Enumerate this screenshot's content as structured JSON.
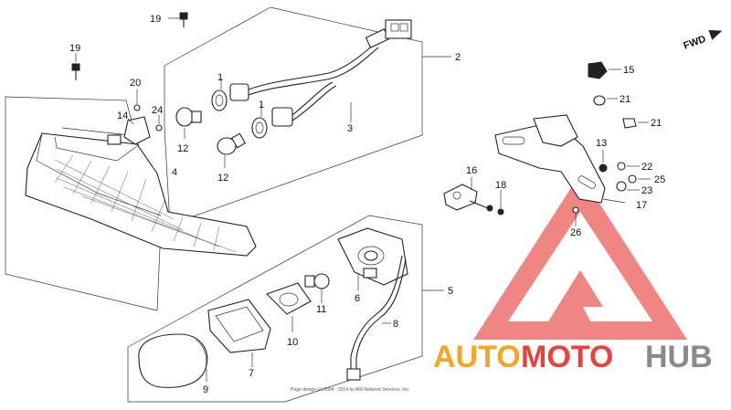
{
  "diagram": {
    "labels": {
      "p1a": "1",
      "p1b": "1",
      "p2": "2",
      "p3": "3",
      "p4": "4",
      "p5": "5",
      "p6": "6",
      "p7": "7",
      "p8": "8",
      "p9": "9",
      "p10": "10",
      "p11": "11",
      "p12a": "12",
      "p12b": "12",
      "p13": "13",
      "p14": "14",
      "p15": "15",
      "p16": "16",
      "p17": "17",
      "p18": "18",
      "p19a": "19",
      "p19b": "19",
      "p20": "20",
      "p21a": "21",
      "p21b": "21",
      "p22": "22",
      "p23": "23",
      "p24": "24",
      "p25": "25",
      "p26": "26"
    },
    "fwd_label": "FWD",
    "copyright": "Page design (c) 2004 - 2014 by ARI Network Services, Inc."
  },
  "watermark": {
    "part_a": "AUTO",
    "part_b": "MOTO",
    "part_c": "HUB",
    "colors": {
      "red": "#e8423f",
      "orange": "#f5a623",
      "gray": "#8a8a8a"
    }
  }
}
